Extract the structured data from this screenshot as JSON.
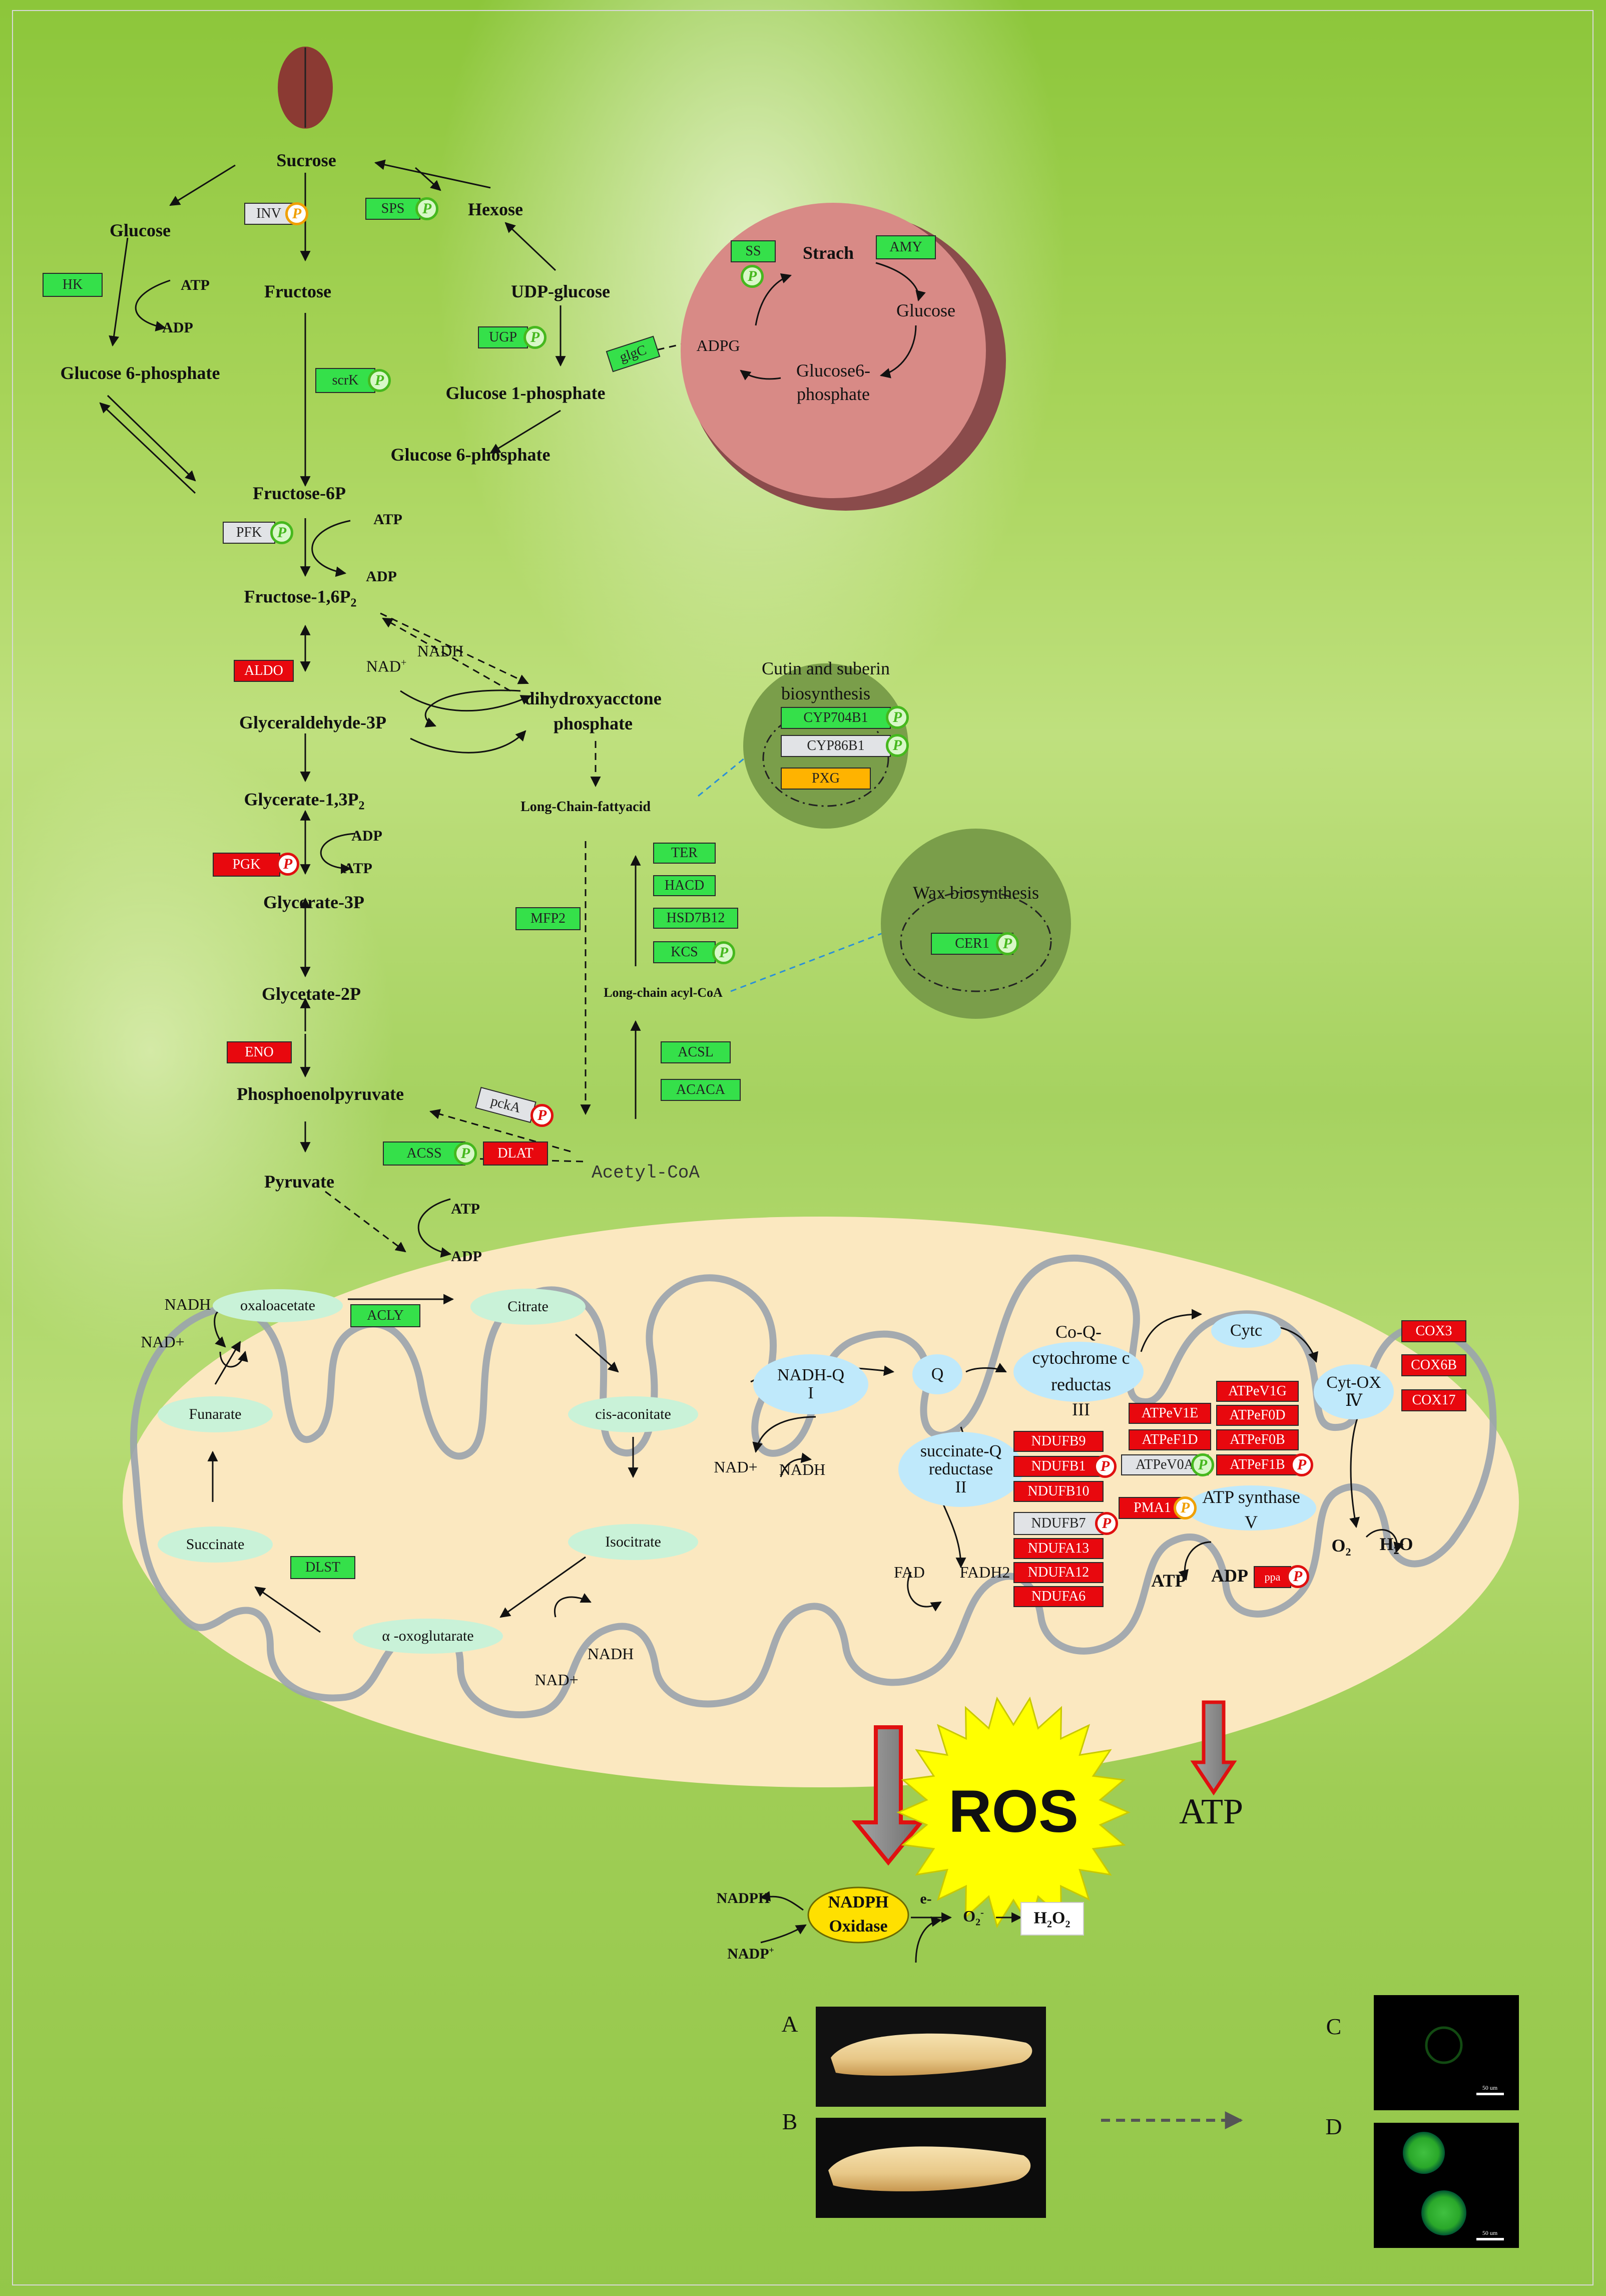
{
  "glycolysis": {
    "sucrose": "Sucrose",
    "glucose": "Glucose",
    "fructose": "Fructose",
    "hexose": "Hexose",
    "udp_glucose": "UDP-glucose",
    "atp": "ATP",
    "adp": "ADP",
    "glucose_6p_left": "Glucose 6-phosphate",
    "glucose_1p": "Glucose 1-phosphate",
    "glucose_6p_mid": "Glucose 6-phosphate",
    "fructose_6p": "Fructose-6P",
    "fructose_16p2": "Fructose-1,6P",
    "fructose_16p2_sub": "2",
    "nadh": "NADH",
    "nad_plus": "NAD",
    "nad_plus_sup": "+",
    "dhap": "dihydroxyacctone",
    "dhap2": "phosphate",
    "g3p": "Glyceraldehyde-3P",
    "g13p2": "Glycerate-1,3P",
    "g13p2_sub": "2",
    "g3p_acid": "Glycerate-3P",
    "g2p": "Glycetate-2P",
    "pep": "Phosphoenolpyruvate",
    "pyruvate": "Pyruvate",
    "acetyl_coa": "Acetyl-CoA",
    "lcfa": "Long-Chain-fattyacid",
    "lc_acyl_coa": "Long-chain acyl-CoA"
  },
  "starch": {
    "title": "Strach",
    "glucose": "Glucose",
    "g6p": "Glucose6-",
    "g6p2": "phosphate",
    "adpg": "ADPG"
  },
  "cutin": {
    "title1": "Cutin and suberin",
    "title2": "biosynthesis"
  },
  "wax": {
    "title": "Wax biosynthesis"
  },
  "enzymes": {
    "inv": "INV",
    "sps": "SPS",
    "hk": "HK",
    "ugp": "UGP",
    "scrk": "scrK",
    "glgc": "glgC",
    "pfk": "PFK",
    "aldo": "ALDO",
    "pgk": "PGK",
    "eno": "ENO",
    "ss": "SS",
    "amy": "AMY",
    "cyp704b1": "CYP704B1",
    "cyp86b1": "CYP86B1",
    "pxg": "PXG",
    "ter": "TER",
    "hacd": "HACD",
    "hsd7b12": "HSD7B12",
    "kcs": "KCS",
    "mfp2": "MFP2",
    "cer1": "CER1",
    "acsl": "ACSL",
    "acaca": "ACACA",
    "pcka": "pckA",
    "acss": "ACSS",
    "dlat": "DLAT",
    "acly": "ACLY",
    "dlst": "DLST"
  },
  "tca": {
    "atp": "ATP",
    "adp": "ADP",
    "nadh": "NADH",
    "nad_plus": "NAD+",
    "oxaloacetate": "oxaloacetate",
    "citrate": "Citrate",
    "cis_aconitate": "cis-aconitate",
    "isocitrate": "Isocitrate",
    "oxoglutarate": "α -oxoglutarate",
    "succinate": "Succinate",
    "funarate": "Funarate",
    "nadh2": "NADH",
    "nad_plus2": "NAD+"
  },
  "etc": {
    "complex1_a": "NADH-Q",
    "complex1_b": "I",
    "nad_plus": "NAD+",
    "nadh": "NADH",
    "q": "Q",
    "complex3_a": "Co-Q-",
    "complex3_b": "cytochrome c",
    "complex3_c": "reductas",
    "complex3_d": "III",
    "complex2_a": "succinate-Q",
    "complex2_b": "reductase",
    "complex2_c": "II",
    "fad": "FAD",
    "fadh2": "FADH2",
    "cytc": "Cytc",
    "complex4_a": "Cyt-OX",
    "complex4_b": "Ⅳ",
    "atp_synthase": "ATP synthase",
    "atp_synthase_v": "V",
    "o2": "O",
    "o2_sub": "2",
    "h2o": "H",
    "h2o_sub": "2",
    "h2o_o": "O",
    "atp": "ATP",
    "adp": "ADP"
  },
  "etc_enzymes": {
    "nd": [
      "NDUFB9",
      "NDUFB1",
      "NDUFB10",
      "NDUFB7",
      "NDUFA13",
      "NDUFA12",
      "NDUFA6"
    ],
    "atp_left": [
      "ATPeV1E",
      "ATPeF1D",
      "ATPeV0A"
    ],
    "atp_right": [
      "ATPeV1G",
      "ATPeF0D",
      "ATPeF0B",
      "ATPeF1B"
    ],
    "pma1": "PMA1",
    "ppa": "ppa",
    "cox": [
      "COX3",
      "COX6B",
      "COX17"
    ]
  },
  "bottom": {
    "ros": "ROS",
    "atp": "ATP",
    "nadph": "NADPH",
    "nadp": "NADP",
    "nadp_sup": "+",
    "oxidase1": "NADPH",
    "oxidase2": "Oxidase",
    "e": "e-",
    "o2": "O",
    "o2_sub": "2",
    "o2_sup": "-",
    "h2o2": "H",
    "h2o2_sub": "2",
    "h2o2_o": "O",
    "h2o2_sub2": "2",
    "panel_a": "A",
    "panel_b": "B",
    "panel_c": "C",
    "panel_d": "D",
    "scale_c": "50 um",
    "scale_d": "50 um"
  },
  "phos_badge": "P",
  "colors": {
    "upregulated": "#e8080e",
    "downregulated": "#35e04a",
    "unchanged": "#e1e3e6",
    "other": "#ffb300"
  }
}
